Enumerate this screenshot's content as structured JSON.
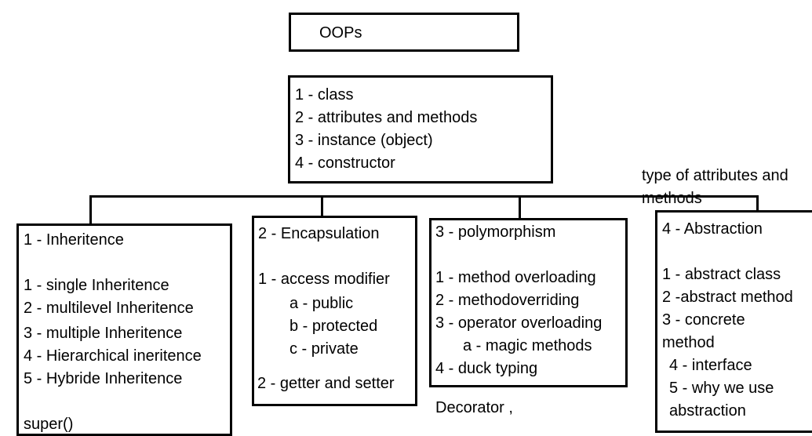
{
  "root": {
    "title": "OOPs"
  },
  "basics": {
    "items": [
      "1 - class",
      "2 - attributes and methods",
      "3 - instance (object)",
      "4 - constructor"
    ]
  },
  "note": {
    "line1": "type of attributes and",
    "line2": "methods"
  },
  "inheritance": {
    "title": "1 - Inheritence",
    "items": [
      "1 - single Inheritence",
      "2 - multilevel Inheritence",
      "3 - multiple Inheritence",
      "4 - Hierarchical ineritence",
      "5 - Hybride Inheritence"
    ],
    "extra": "super()"
  },
  "encapsulation": {
    "title": "2 - Encapsulation",
    "item1": "1 - access modifier",
    "subitems": [
      "a - public",
      "b - protected",
      "c - private"
    ],
    "item2": "2 - getter and setter"
  },
  "polymorphism": {
    "title": "3 - polymorphism",
    "items": [
      "1 - method overloading",
      "2 - methodoverriding",
      "3 - operator overloading"
    ],
    "subitem": "a - magic methods",
    "item4": "4 - duck typing"
  },
  "decorator": {
    "label": "Decorator ,"
  },
  "abstraction": {
    "title": "4 - Abstraction",
    "items": [
      "1 - abstract class",
      "2  -abstract method",
      "3 - concrete",
      "method",
      "4 - interface",
      "5 - why we use",
      "abstraction"
    ]
  }
}
